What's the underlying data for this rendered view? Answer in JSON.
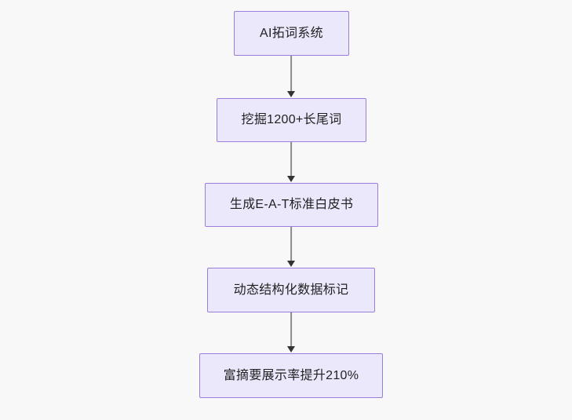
{
  "diagram": {
    "type": "flowchart",
    "direction": "top-to-bottom",
    "background_color": "#f8f8f8",
    "node_fill_color": "#ebe8fb",
    "node_border_color": "#9c7ddc",
    "node_text_color": "#1f2020",
    "edge_color": "#8b8b8b",
    "arrowhead_color": "#333333",
    "nodes": [
      {
        "id": "n1",
        "label": "AI拓词系统"
      },
      {
        "id": "n2",
        "label": "挖掘1200+长尾词"
      },
      {
        "id": "n3",
        "label": "生成E-A-T标准白皮书"
      },
      {
        "id": "n4",
        "label": "动态结构化数据标记"
      },
      {
        "id": "n5",
        "label": "富摘要展示率提升210%"
      }
    ],
    "edges": [
      {
        "from": "n1",
        "to": "n2"
      },
      {
        "from": "n2",
        "to": "n3"
      },
      {
        "from": "n3",
        "to": "n4"
      },
      {
        "from": "n4",
        "to": "n5"
      }
    ]
  }
}
